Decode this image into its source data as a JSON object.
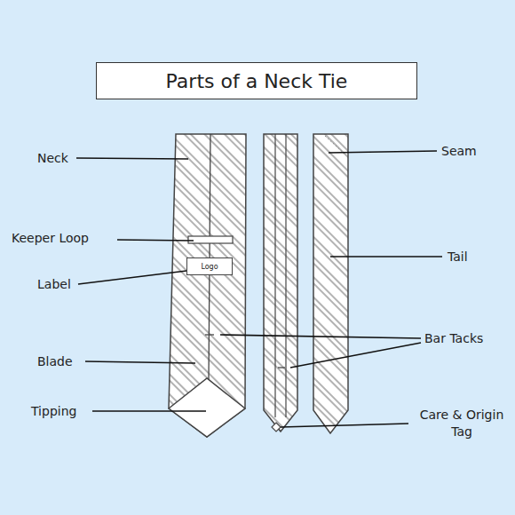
{
  "diagram": {
    "nodes": [
      {
        "text": [
          "Parts of a Neck Tie"
        ]
      },
      {
        "text": [
          "Logo"
        ]
      }
    ],
    "labels": [
      "Neck",
      "Keeper Loop",
      "Label",
      "Blade",
      "Tipping",
      "Seam",
      "Tail",
      "Bar Tacks",
      "Care & Origin Tag"
    ]
  }
}
